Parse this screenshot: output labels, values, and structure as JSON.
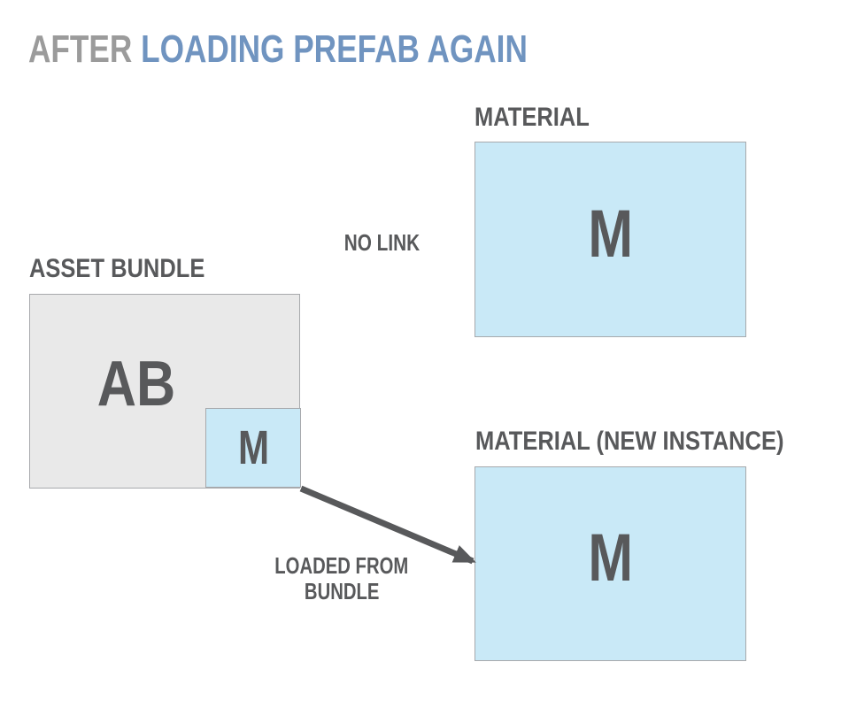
{
  "title": {
    "muted": "AFTER",
    "accent": "LOADING PREFAB AGAIN"
  },
  "asset_bundle": {
    "label": "ASSET BUNDLE",
    "abbrev": "AB",
    "bundled_material_abbrev": "M"
  },
  "material_top": {
    "label": "MATERIAL",
    "abbrev": "M"
  },
  "material_new": {
    "label": "MATERIAL (NEW INSTANCE)",
    "abbrev": "M"
  },
  "annotations": {
    "no_link": "NO LINK",
    "loaded_line1": "LOADED FROM",
    "loaded_line2": "BUNDLE"
  },
  "colors": {
    "accent_blue": "#7094c0",
    "muted_gray": "#9b9b9b",
    "text_dark": "#58595b",
    "box_blue_fill": "#c9e9f7",
    "box_gray_fill": "#e9e9e9",
    "box_border": "#a7a9ac",
    "arrow": "#58595b"
  }
}
